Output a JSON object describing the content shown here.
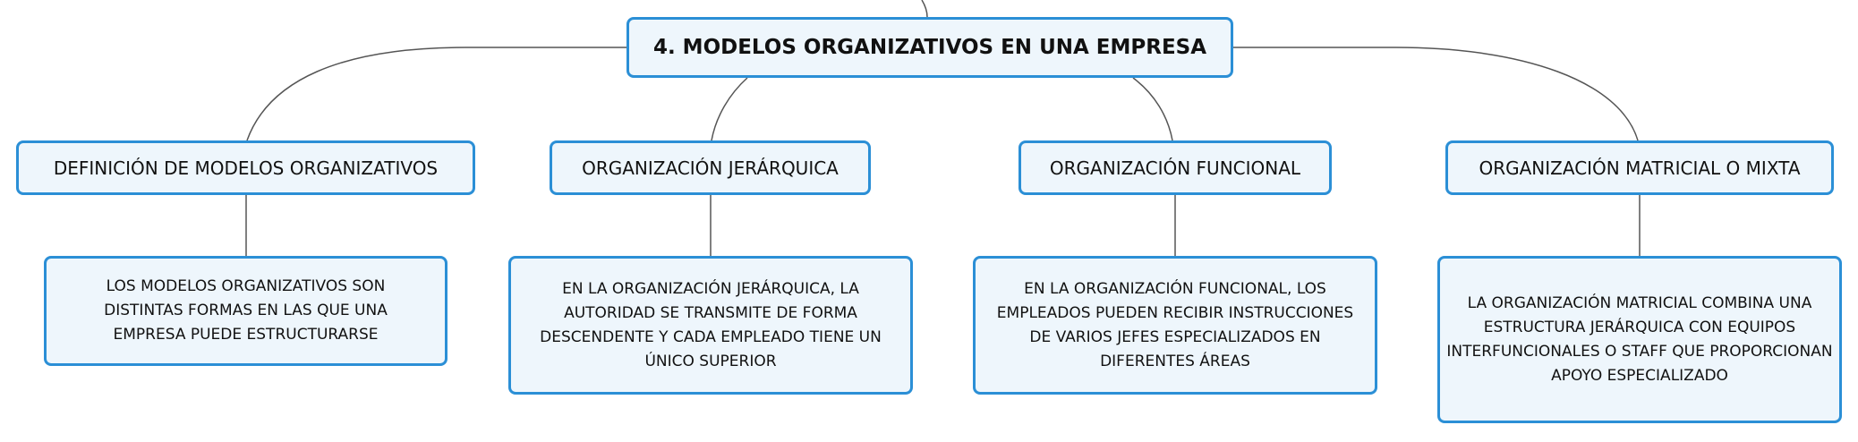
{
  "root": {
    "label": "4. MODELOS ORGANIZATIVOS EN UNA EMPRESA"
  },
  "topics": [
    {
      "label": "DEFINICIÓN DE MODELOS ORGANIZATIVOS",
      "detail": "LOS MODELOS ORGANIZATIVOS SON DISTINTAS FORMAS EN LAS QUE UNA EMPRESA PUEDE ESTRUCTURARSE"
    },
    {
      "label": "ORGANIZACIÓN JERÁRQUICA",
      "detail": "EN LA ORGANIZACIÓN JERÁRQUICA, LA AUTORIDAD SE TRANSMITE DE FORMA DESCENDENTE Y CADA EMPLEADO TIENE UN ÚNICO SUPERIOR"
    },
    {
      "label": "ORGANIZACIÓN FUNCIONAL",
      "detail": "EN LA ORGANIZACIÓN FUNCIONAL, LOS EMPLEADOS PUEDEN RECIBIR INSTRUCCIONES DE VARIOS JEFES ESPECIALIZADOS EN DIFERENTES ÁREAS"
    },
    {
      "label": "ORGANIZACIÓN MATRICIAL O MIXTA",
      "detail": "LA ORGANIZACIÓN MATRICIAL COMBINA UNA ESTRUCTURA JERÁRQUICA CON EQUIPOS INTERFUNCIONALES O STAFF QUE PROPORCIONAN APOYO ESPECIALIZADO"
    }
  ]
}
